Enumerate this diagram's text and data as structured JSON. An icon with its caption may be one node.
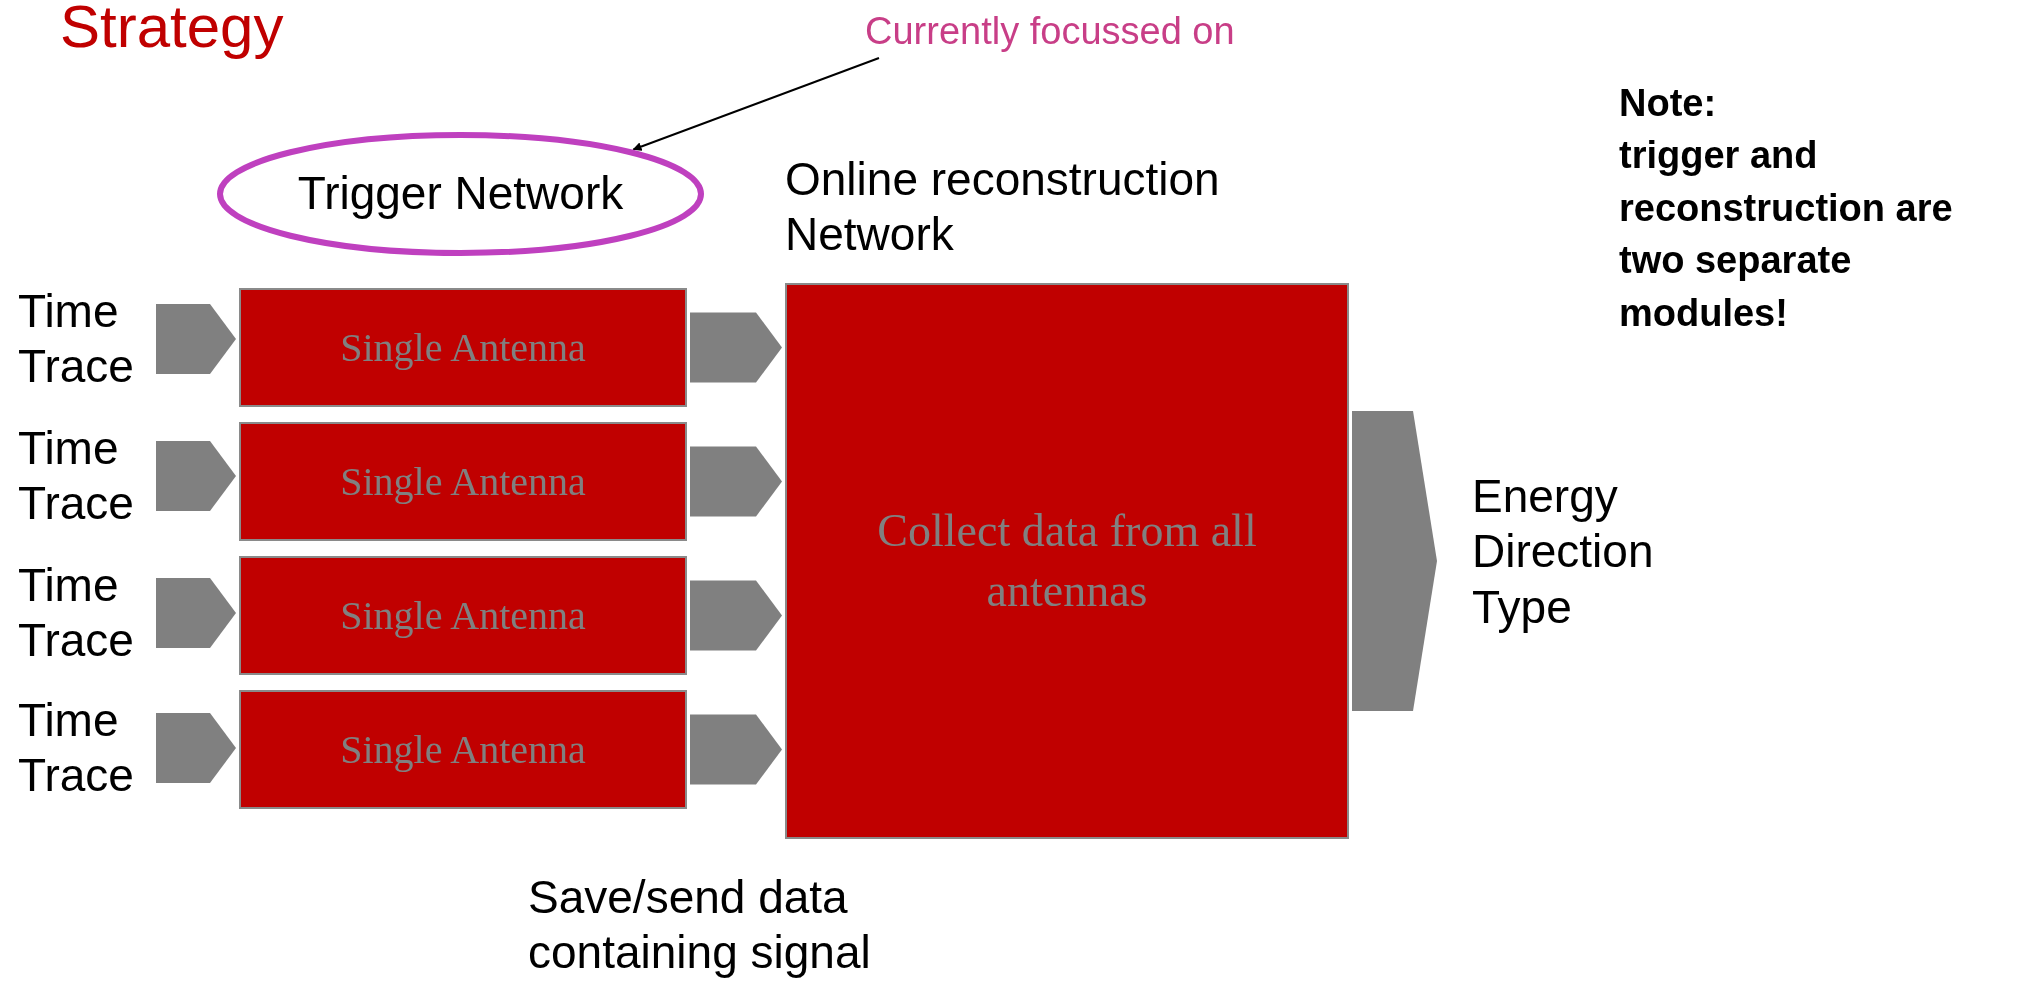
{
  "diagram": {
    "title": "Strategy",
    "nodes": [
      {
        "text": [
          "Trigger Network"
        ]
      },
      {
        "text": [
          "Currently focussed on"
        ]
      },
      {
        "text": [
          "Time Trace"
        ]
      },
      {
        "text": [
          "Time Trace"
        ]
      },
      {
        "text": [
          "Time Trace"
        ]
      },
      {
        "text": [
          "Time Trace"
        ]
      },
      {
        "text": [
          "Single Antenna"
        ]
      },
      {
        "text": [
          "Single Antenna"
        ]
      },
      {
        "text": [
          "Single Antenna"
        ]
      },
      {
        "text": [
          "Single Antenna"
        ]
      },
      {
        "text": [
          "Online reconstruction Network",
          "Collect data from all antennas"
        ]
      },
      {
        "text": [
          "Energy Direction Type"
        ]
      }
    ],
    "edges": [
      {
        "from": 1,
        "to": 0,
        "arrow": "to"
      },
      {
        "from": 2,
        "to": 6,
        "arrow": "to",
        "style": "thick"
      },
      {
        "from": 3,
        "to": 7,
        "arrow": "to",
        "style": "thick"
      },
      {
        "from": 4,
        "to": 8,
        "arrow": "to",
        "style": "thick"
      },
      {
        "from": 5,
        "to": 9,
        "arrow": "to",
        "style": "thick"
      },
      {
        "from": 6,
        "to": 10,
        "arrow": "to",
        "style": "thick"
      },
      {
        "from": 7,
        "to": 10,
        "arrow": "to",
        "style": "thick"
      },
      {
        "from": 8,
        "to": 10,
        "arrow": "to",
        "style": "thick"
      },
      {
        "from": 9,
        "to": 10,
        "arrow": "to",
        "style": "thick"
      },
      {
        "from": 10,
        "to": 11,
        "arrow": "to",
        "style": "thick"
      }
    ],
    "labels": [
      "Save/send data containing signal",
      "Note:",
      "trigger and reconstruction are two separate modules!"
    ]
  }
}
